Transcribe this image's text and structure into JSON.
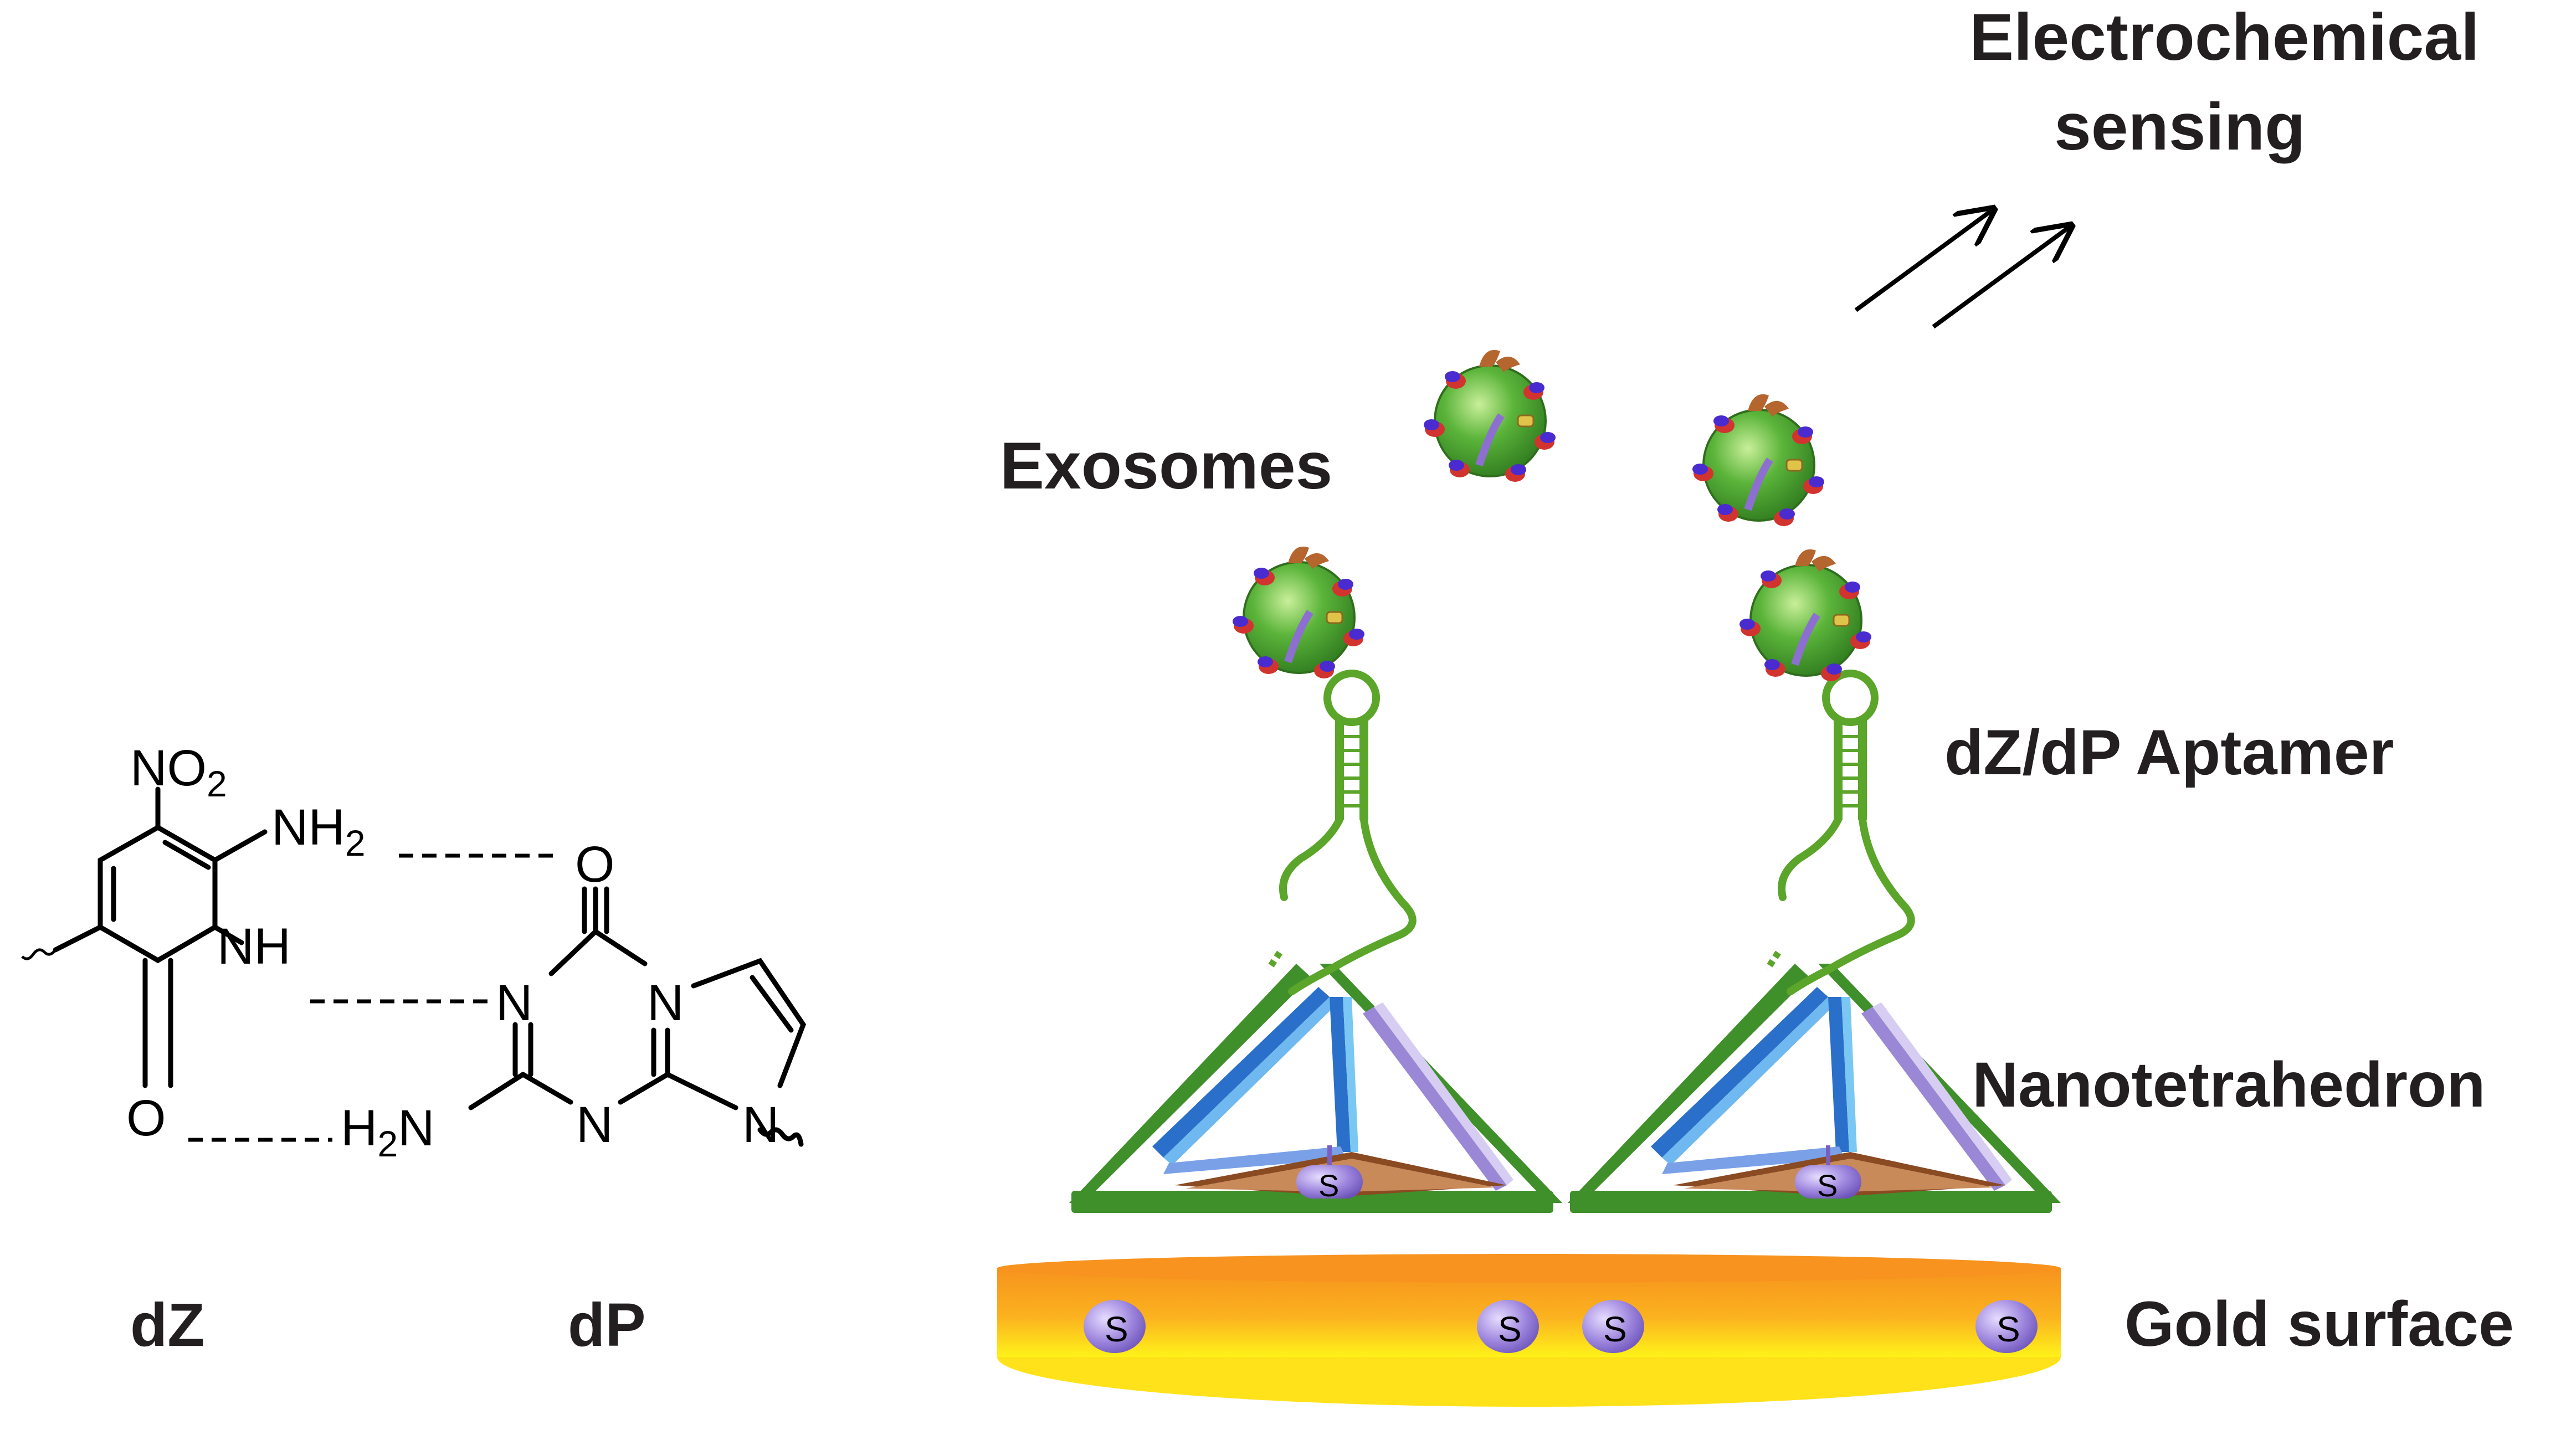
{
  "labels": {
    "sensing_line1": "Electrochemical",
    "sensing_line2": "sensing",
    "exosomes": "Exosomes",
    "aptamer": "dZ/dP Aptamer",
    "nanotetrahedron": "Nanotetrahedron",
    "gold_surface": "Gold surface"
  },
  "molecules": {
    "dz_name": "dZ",
    "dp_name": "dP"
  },
  "atoms": {
    "no2_main": "NO",
    "no2_sub": "2",
    "nh2_main": "NH",
    "nh2_sub": "2",
    "nh": "NH",
    "o_dz": "O",
    "o_dp": "O",
    "n_upper": "N",
    "n_lower": "N",
    "n_bridge": "N",
    "n_imid": "N",
    "h2n_h": "H",
    "h2n_sub": "2",
    "h2n_n": "N"
  },
  "thiol_label": "S",
  "colors": {
    "gold": "#f7a21b",
    "gold_light": "#ffe01a",
    "strand_green": "#3f8f2a",
    "aptamer_green": "#5aa52a",
    "strand_blue": "#2a6fc9",
    "strand_purple": "#9a87d6",
    "strand_brown": "#8a4a22",
    "thiol_purple": "#8d6fd2",
    "exosome_green": "#5bb43a"
  }
}
